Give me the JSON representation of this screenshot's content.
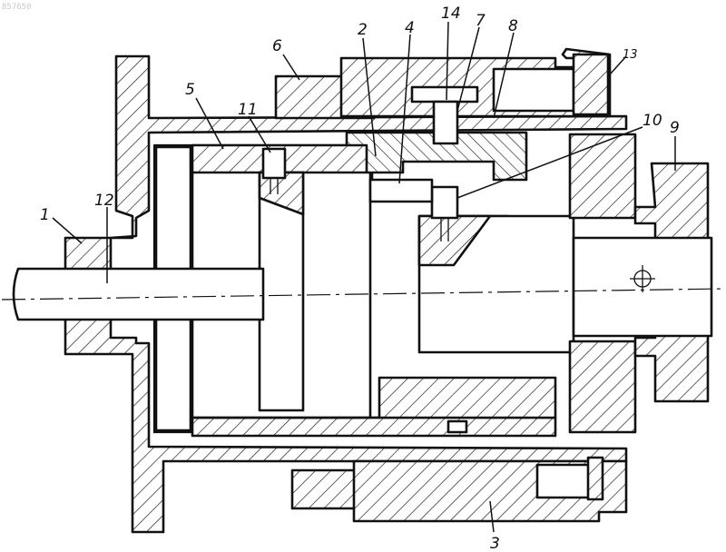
{
  "watermark": "857650",
  "callouts": {
    "c1": "1",
    "c2": "2",
    "c3": "3",
    "c4": "4",
    "c5": "5",
    "c6": "6",
    "c7": "7",
    "c8": "8",
    "c9": "9",
    "c10": "10",
    "c11": "11",
    "c12": "12",
    "c13": "13",
    "c14": "14"
  }
}
